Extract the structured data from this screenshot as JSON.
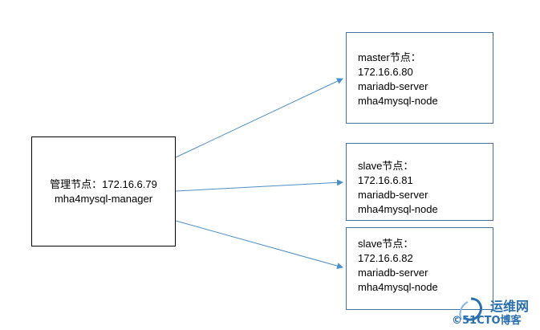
{
  "manager": {
    "line1": "管理节点：172.16.6.79",
    "line2": "mha4mysql-manager"
  },
  "master": {
    "line1": "master节点：",
    "line2": "172.16.6.80",
    "line3": "mariadb-server",
    "line4": "mha4mysql-node"
  },
  "slave1": {
    "line1": "slave节点：",
    "line2": "172.16.6.81",
    "line3": "mariadb-server",
    "line4": "mha4mysql-node"
  },
  "slave2": {
    "line1": "slave节点：",
    "line2": "172.16.6.82",
    "line3": "mariadb-server",
    "line4": "mha4mysql-node"
  },
  "watermark": {
    "line1": "运维网",
    "line2": "©51CTO博客"
  },
  "colors": {
    "arrow": "#4a8fc9",
    "node_border": "#41719c",
    "manager_border": "#000000"
  }
}
